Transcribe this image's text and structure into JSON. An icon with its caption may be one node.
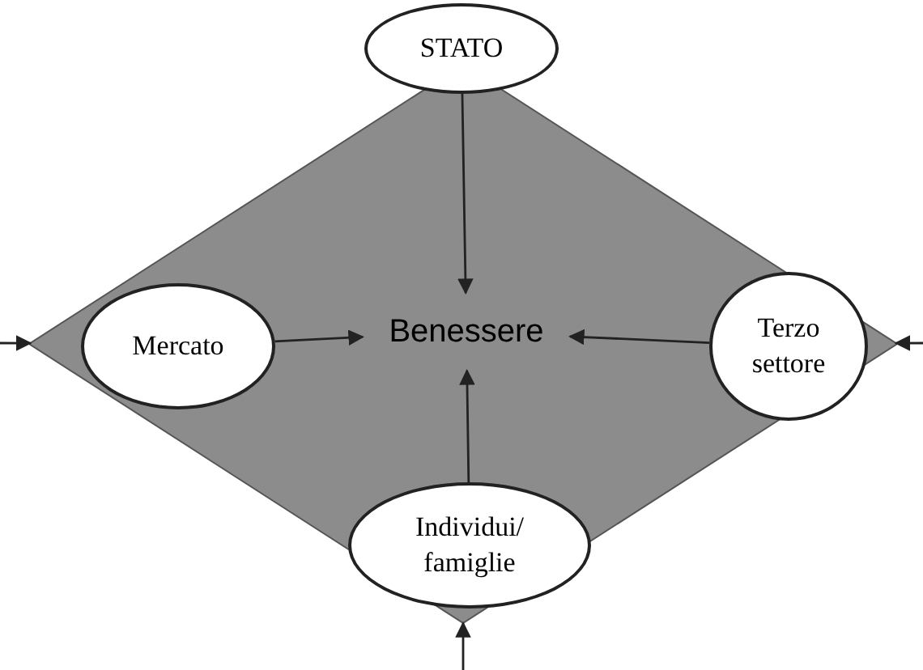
{
  "diagram": {
    "nodes": [
      {
        "text": [],
        "shape": "diamond"
      },
      {
        "text": [
          "STATO"
        ]
      },
      {
        "text": [
          "Mercato"
        ],
        "in": 0
      },
      {
        "text": [
          "Benessere"
        ],
        "in": 0
      },
      {
        "text": [
          "Terzo settore"
        ],
        "in": 0
      },
      {
        "text": [
          "Individui/ famiglie"
        ],
        "in": 0
      }
    ],
    "edges": [
      {
        "from": 1,
        "to": 3,
        "arrow": "to"
      },
      {
        "from": 2,
        "to": 3,
        "arrow": "to"
      },
      {
        "from": 4,
        "to": 3,
        "arrow": "to"
      },
      {
        "from": 5,
        "to": 3,
        "arrow": "to"
      },
      {
        "from": null,
        "to": 0,
        "arrow": "to"
      },
      {
        "from": null,
        "to": 0,
        "arrow": "to"
      },
      {
        "from": null,
        "to": 0,
        "arrow": "to"
      }
    ]
  }
}
